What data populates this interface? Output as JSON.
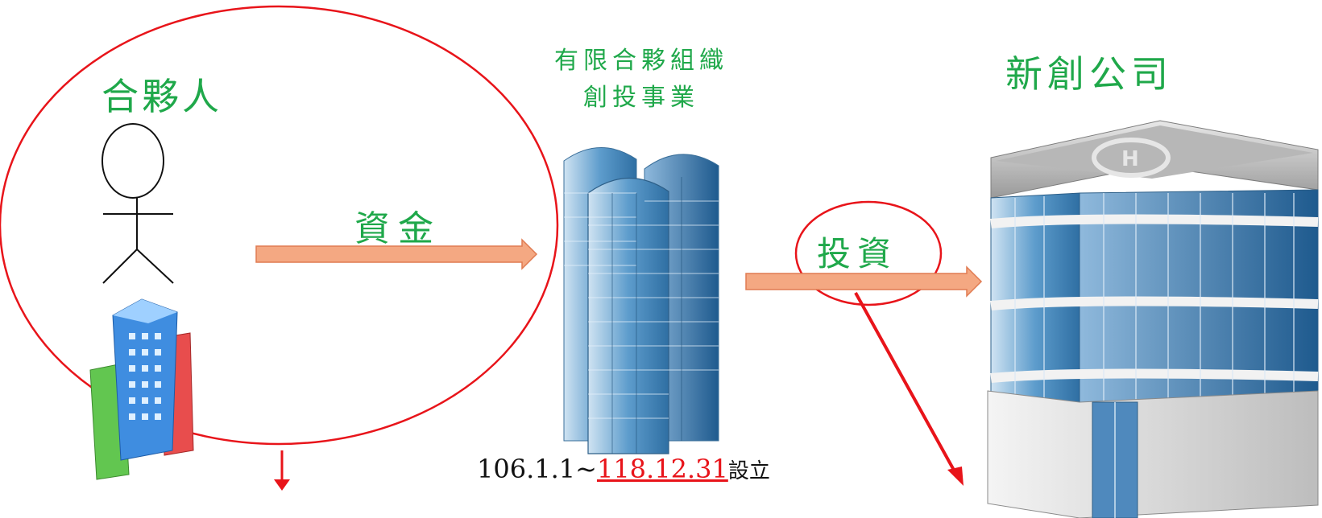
{
  "partner": {
    "label": "合夥人"
  },
  "lp_org": {
    "line1": "有限合夥組織",
    "line2": "創投事業"
  },
  "startup": {
    "label": "新創公司"
  },
  "flows": {
    "fund_label": "資金",
    "invest_label": "投資"
  },
  "establish": {
    "start": "106.1.1~",
    "end": "118.12.31",
    "suffix": "設立"
  },
  "colors": {
    "label_green": "#1fa84a",
    "highlight_red": "#e8141a",
    "arrow_fill": "#f4a882",
    "arrow_stroke": "#e07b52"
  }
}
